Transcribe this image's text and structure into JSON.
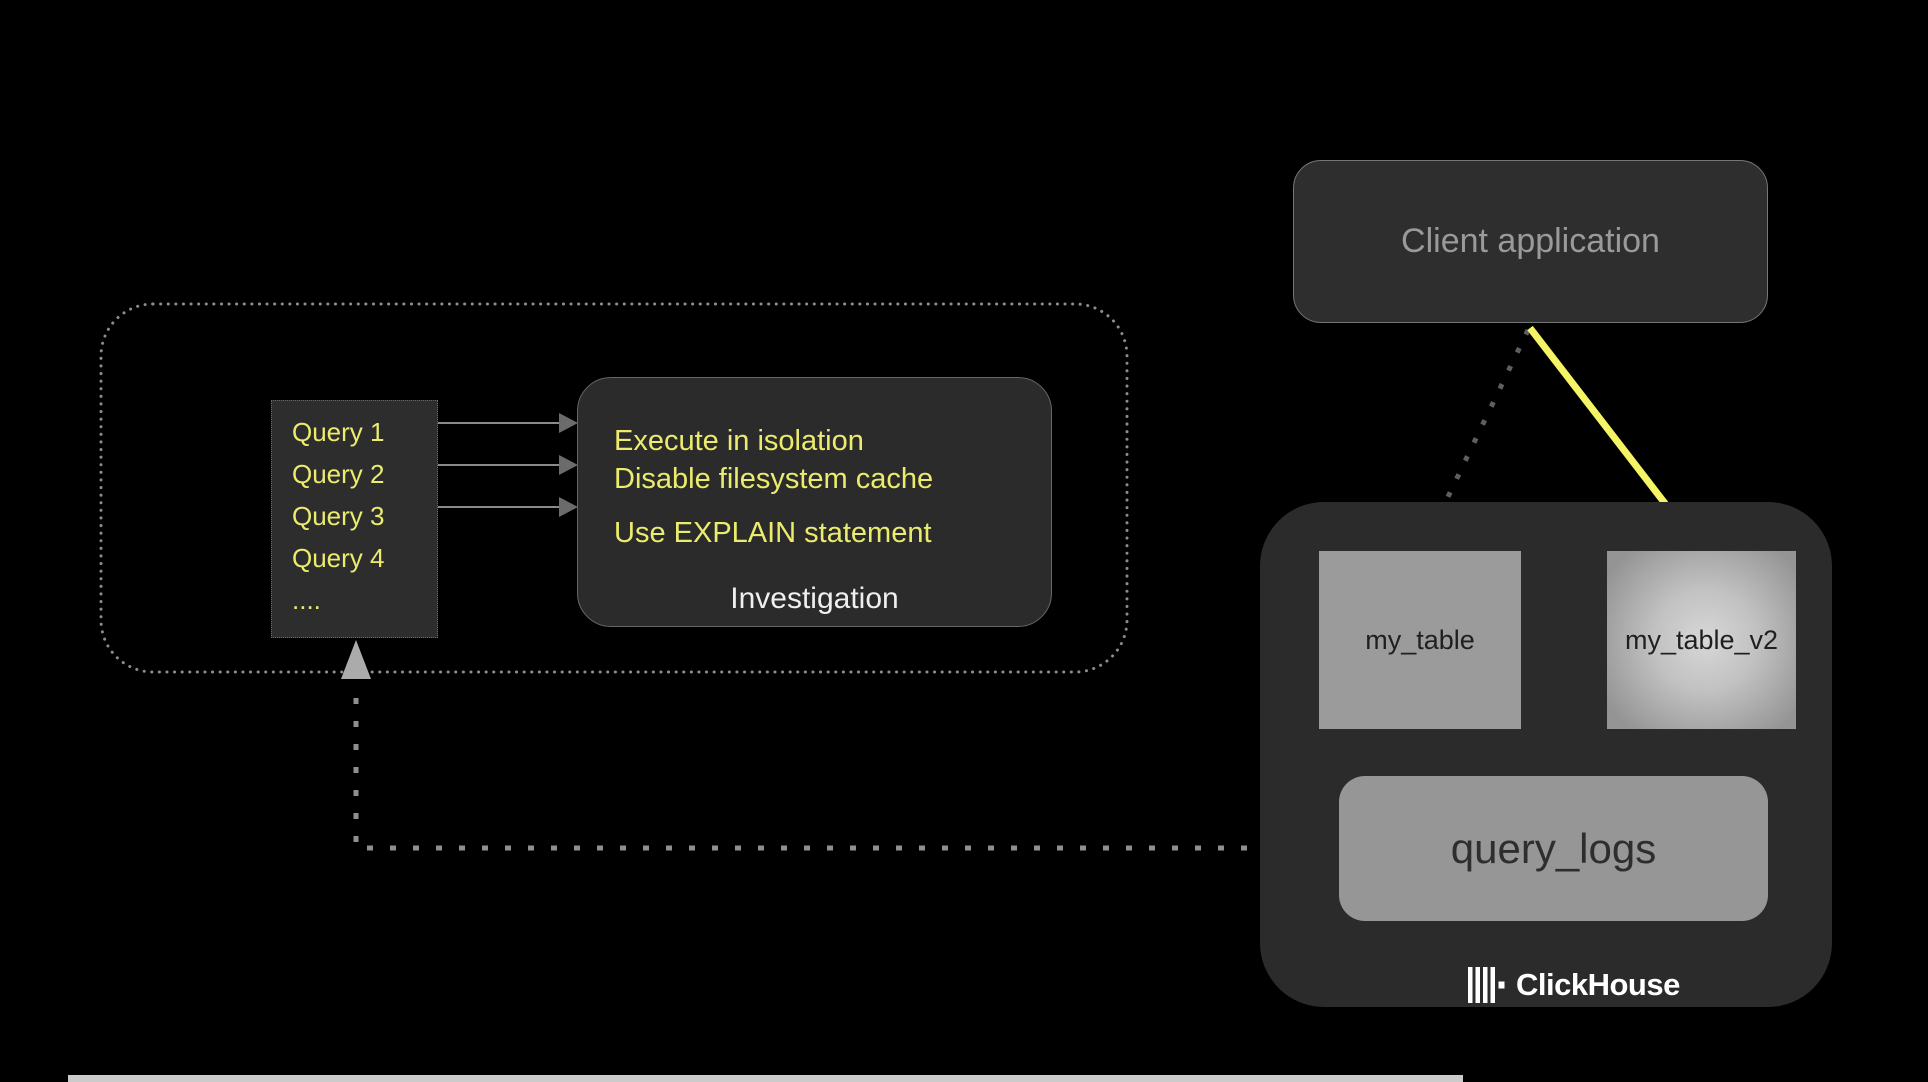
{
  "colors": {
    "background": "#000000",
    "panel_fill": "#2b2b2b",
    "yellow_text": "#ebeb6e",
    "yellow_arrow": "#f4f464",
    "table_fill": "#9b9b9b",
    "table_v2_center": "#d7d7d7",
    "query_logs_fill": "#969696",
    "dark_text_on_gray": "#1f1f1f",
    "client_text": "#9a9a9a",
    "white_text": "#efefef",
    "connector_gray": "#8f8f8f",
    "dotted_border_gray": "#8c8c8c",
    "bottom_strip": "#cbcbcb"
  },
  "client_application": {
    "label": "Client application"
  },
  "queries": {
    "items": [
      "Query 1",
      "Query 2",
      "Query 3",
      "Query 4",
      "...."
    ]
  },
  "investigation": {
    "notes": [
      "Execute in isolation",
      "Disable filesystem cache",
      "Use EXPLAIN statement"
    ],
    "caption": "Investigation"
  },
  "clickhouse": {
    "table": "my_table",
    "table_v2": "my_table_v2",
    "query_logs": "query_logs",
    "brand": "ClickHouse"
  }
}
